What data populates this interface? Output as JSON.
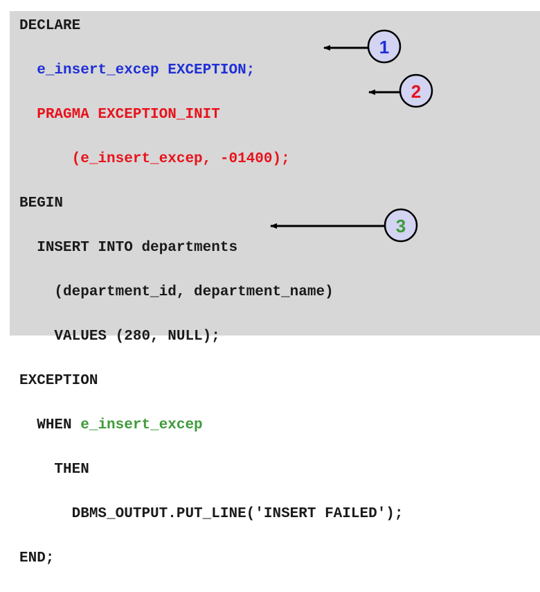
{
  "code_lines": [
    {
      "indent": "",
      "segments": [
        {
          "text": "DECLARE",
          "color": "#1a1a1a"
        }
      ]
    },
    {
      "indent": "  ",
      "segments": [
        {
          "text": "e_insert_excep EXCEPTION;",
          "color": "#1f2fd6"
        }
      ]
    },
    {
      "indent": "  ",
      "segments": [
        {
          "text": "PRAGMA EXCEPTION_INIT",
          "color": "#e8121b"
        }
      ]
    },
    {
      "indent": "      ",
      "segments": [
        {
          "text": "(e_insert_excep, -01400);",
          "color": "#e8121b"
        }
      ]
    },
    {
      "indent": "",
      "segments": [
        {
          "text": "BEGIN",
          "color": "#1a1a1a"
        }
      ]
    },
    {
      "indent": "  ",
      "segments": [
        {
          "text": "INSERT INTO departments",
          "color": "#1a1a1a"
        }
      ]
    },
    {
      "indent": "    ",
      "segments": [
        {
          "text": "(department_id, department_name)",
          "color": "#1a1a1a"
        }
      ]
    },
    {
      "indent": "    ",
      "segments": [
        {
          "text": "VALUES (280, NULL);",
          "color": "#1a1a1a"
        }
      ]
    },
    {
      "indent": "",
      "segments": [
        {
          "text": "EXCEPTION",
          "color": "#1a1a1a"
        }
      ]
    },
    {
      "indent": "  ",
      "segments": [
        {
          "text": "WHEN ",
          "color": "#1a1a1a"
        },
        {
          "text": "e_insert_excep",
          "color": "#3e9b3a"
        }
      ]
    },
    {
      "indent": "    ",
      "segments": [
        {
          "text": "THEN",
          "color": "#1a1a1a"
        }
      ]
    },
    {
      "indent": "      ",
      "segments": [
        {
          "text": "DBMS_OUTPUT.PUT_LINE('INSERT FAILED');",
          "color": "#1a1a1a"
        }
      ]
    },
    {
      "indent": "",
      "segments": [
        {
          "text": "END;",
          "color": "#1a1a1a"
        }
      ]
    }
  ],
  "callouts": [
    {
      "number": "1",
      "color": "#1f2fd6"
    },
    {
      "number": "2",
      "color": "#e8121b"
    },
    {
      "number": "3",
      "color": "#3e9b3a"
    }
  ],
  "colors": {
    "panel_background": "#d7d7d7",
    "callout_fill": "#d3d3f2",
    "arrow": "#000000"
  }
}
